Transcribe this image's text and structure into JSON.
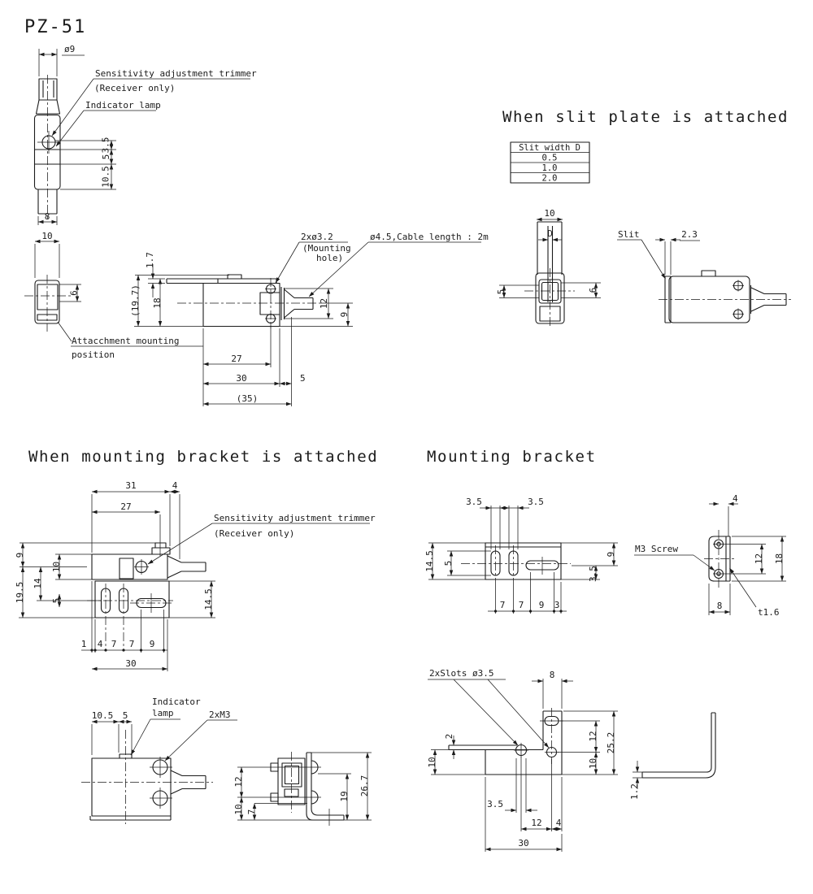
{
  "title": "PZ-51",
  "colors": {
    "line": "#1b1b1b",
    "background": "#ffffff"
  },
  "headings": {
    "slit": "When slit plate is attached",
    "bracket_attached": "When mounting bracket is attached",
    "bracket": "Mounting bracket"
  },
  "slit_table": {
    "header": "Slit width D",
    "rows": [
      "0.5",
      "1.0",
      "2.0"
    ]
  },
  "labels": {
    "sensitivity_trimmer_1": "Sensitivity adjustment trimmer",
    "receiver_only_1": "(Receiver only)",
    "indicator_lamp": "Indicator lamp",
    "attachment_line1": "Attacchment mounting",
    "attachment_line2": "position",
    "mounting_hole_1": "2xø3.2",
    "mounting_hole_2": "(Mounting",
    "mounting_hole_3": "hole)",
    "cable": "ø4.5,Cable length : 2m",
    "sensitivity_trimmer_2": "Sensitivity adjustment trimmer",
    "receiver_only_2": "(Receiver only)",
    "indicator_1": "Indicator",
    "indicator_2": "lamp",
    "two_m3": "2xM3",
    "slit": "Slit",
    "m3_screw": "M3 Screw",
    "thickness": "t1.6",
    "two_slots": "2xSlots ø3.5"
  },
  "dims": {
    "va": {
      "d9": "ø9",
      "d35": "3.5",
      "d5": "5",
      "d105": "10.5",
      "d8": "8"
    },
    "vb": {
      "d10": "10",
      "d6": "6"
    },
    "vc": {
      "d17": "1.7",
      "d197": "(19.7)",
      "d18": "18",
      "d12": "12",
      "d9": "9",
      "d27": "27",
      "d30": "30",
      "d5": "5",
      "d35p": "(35)"
    },
    "vd": {
      "d10": "10",
      "dD": "D",
      "d5": "5",
      "d6": "6",
      "d23": "2.3"
    },
    "ve": {
      "d31": "31",
      "d4": "4",
      "d27": "27",
      "d9": "9",
      "d10": "10",
      "d14": "14",
      "d195": "19.5",
      "d5": "5",
      "d145": "14.5",
      "b1": "1",
      "b4": "4",
      "b7a": "7",
      "b7b": "7",
      "b9": "9",
      "d30": "30"
    },
    "vf": {
      "d105": "10.5",
      "d5": "5"
    },
    "vg": {
      "d12": "12",
      "d10": "10",
      "d7": "7",
      "d19": "19",
      "d267": "26.7"
    },
    "vh": {
      "t35a": "3.5",
      "t35b": "3.5",
      "d145": "14.5",
      "d5": "5",
      "d9": "9",
      "d35r": "3.5",
      "b7a": "7",
      "b7b": "7",
      "b9": "9",
      "b3": "3"
    },
    "vi": {
      "d4": "4",
      "d12": "12",
      "d18": "18",
      "d8": "8"
    },
    "vj": {
      "d8": "8",
      "d2": "2",
      "d10l": "10",
      "d12r": "12",
      "d10r": "10",
      "d252": "25.2",
      "d35": "3.5",
      "d12b": "12",
      "d4": "4",
      "d30": "30",
      "d12t": "1.2"
    }
  }
}
